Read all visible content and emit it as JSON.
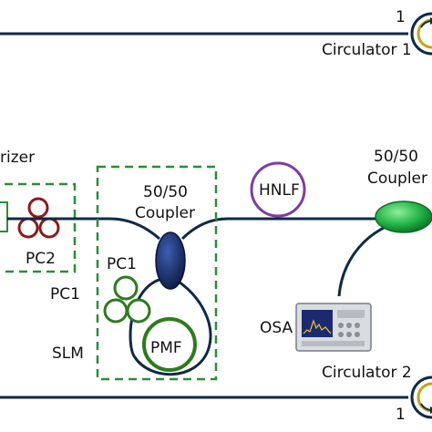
{
  "labels": {
    "circ1_port": "1",
    "circulator1": "Circulator 1",
    "polarizer": "rizer",
    "pc2": "PC2",
    "pc1_outer": "PC1",
    "slm": "SLM",
    "coupler_left_ratio": "50/50",
    "coupler_left_name": "Coupler",
    "pc1_inner": "PC1",
    "pmf": "PMF",
    "hnlf": "HNLF",
    "coupler_right_ratio": "50/50",
    "coupler_right_name": "Coupler",
    "osa": "OSA",
    "circulator2": "Circulator 2",
    "circ2_port": "1"
  },
  "colors": {
    "fiber": "#0f2a45",
    "dashed_box": "#2e8b3a",
    "polarization_controller": "#8b1a1a",
    "pc1_loop": "#2f7a1f",
    "hnlf_ring": "#7b3fa0",
    "coupler_left": "#1b2f6b",
    "coupler_right": "#22b045",
    "circulator_port": "#c8a21a"
  },
  "icons": {
    "osa": "optical-spectrum-analyzer-icon",
    "circulator": "circulator-icon"
  }
}
